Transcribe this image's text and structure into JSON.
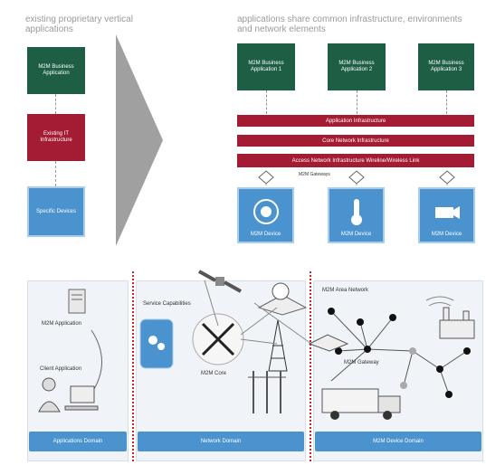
{
  "left_caption": "existing proprietary vertical applications",
  "right_caption": "applications share common infrastructure, environments and network elements",
  "left_stack": {
    "app": "M2M Business Application",
    "infra": "Existing IT Infrastructure",
    "devices": "Specific Devices"
  },
  "right_apps": [
    "M2M Business Application 1",
    "M2M Business Application 2",
    "M2M Business Application 3"
  ],
  "infra_bars": {
    "app_infra": "Application Infrastructure",
    "core_net": "Core Network Infrastructure",
    "access_net": "Access Network Infrastructure Wireline/Wireless Link"
  },
  "gateway_label": "M2M Gateways",
  "devices": [
    "M2M Device",
    "M2M Device",
    "M2M Device"
  ],
  "bottom": {
    "m2m_app": "M2M Application",
    "client_app": "Client Application",
    "service_cap": "Service Capabilities",
    "m2m_core": "M2M Core",
    "area_network": "M2M Area Network",
    "m2m_gateway": "M2M Gateway",
    "footer": [
      "Applications Domain",
      "Network Domain",
      "M2M Device Domain"
    ]
  },
  "colors": {
    "green": "#1e5e45",
    "red": "#a31c33",
    "blue": "#4a93cf",
    "gray": "#a0a0a0"
  }
}
